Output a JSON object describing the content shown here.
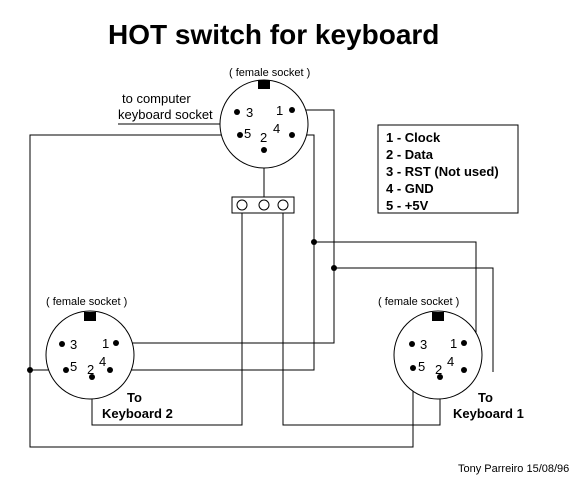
{
  "title": "HOT switch for keyboard",
  "sockets": {
    "computer": {
      "label": "( female socket )",
      "note_line1": "to computer",
      "note_line2": "keyboard socket",
      "pins": {
        "p1": "1",
        "p2": "2",
        "p3": "3",
        "p4": "4",
        "p5": "5"
      }
    },
    "keyboard2": {
      "label": "( female socket )",
      "to": "To",
      "name": "Keyboard 2",
      "pins": {
        "p1": "1",
        "p2": "2",
        "p3": "3",
        "p4": "4",
        "p5": "5"
      }
    },
    "keyboard1": {
      "label": "( female socket )",
      "to": "To",
      "name": "Keyboard 1",
      "pins": {
        "p1": "1",
        "p2": "2",
        "p3": "3",
        "p4": "4",
        "p5": "5"
      }
    }
  },
  "legend": [
    "1 - Clock",
    "2 - Data",
    "3 - RST (Not used)",
    "4 - GND",
    "5 - +5V"
  ],
  "credit": "Tony Parreiro 15/08/96"
}
